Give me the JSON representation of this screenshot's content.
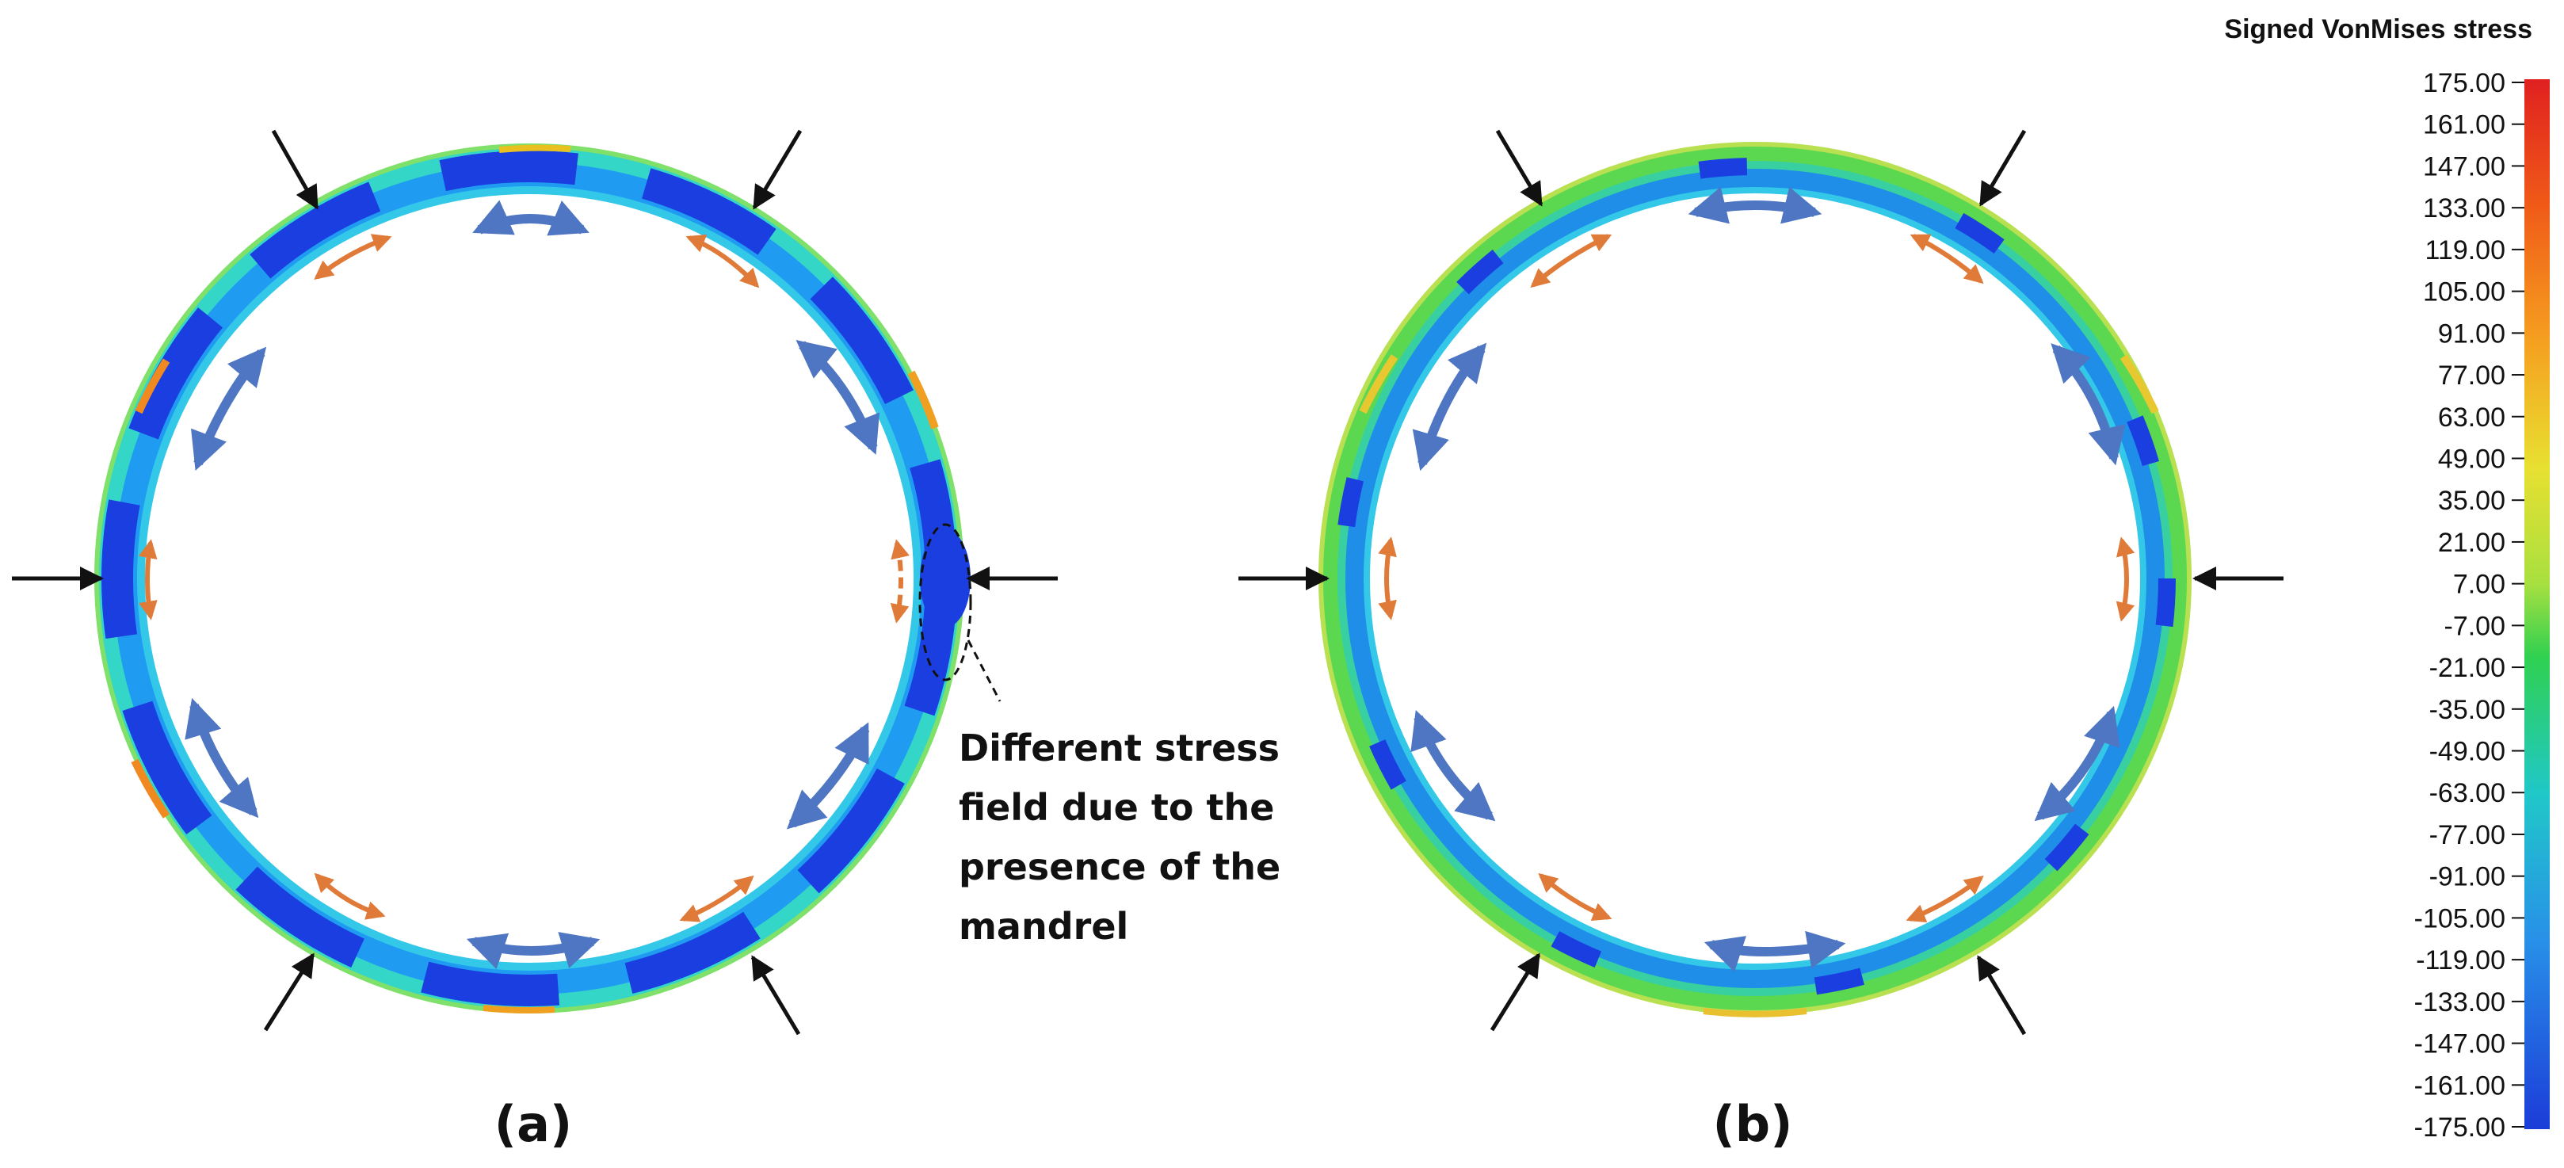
{
  "panels": [
    {
      "label": "(a)"
    },
    {
      "label": "(b)"
    }
  ],
  "annotation": {
    "lines": [
      "Different stress",
      "field due to the",
      "presence of the",
      "mandrel"
    ]
  },
  "legend": {
    "title": "Signed VonMises stress",
    "ticks": [
      "175.00",
      "161.00",
      "147.00",
      "133.00",
      "119.00",
      "105.00",
      "91.00",
      "77.00",
      "63.00",
      "49.00",
      "35.00",
      "21.00",
      "7.00",
      "-7.00",
      "-21.00",
      "-35.00",
      "-49.00",
      "-63.00",
      "-77.00",
      "-91.00",
      "-105.00",
      "-119.00",
      "-133.00",
      "-147.00",
      "-161.00",
      "-175.00"
    ],
    "colors": [
      "#e02020",
      "#f05a18",
      "#f5a020",
      "#e8e030",
      "#a8e040",
      "#30d050",
      "#20c8c8",
      "#2890e8",
      "#1c3cd8"
    ]
  }
}
